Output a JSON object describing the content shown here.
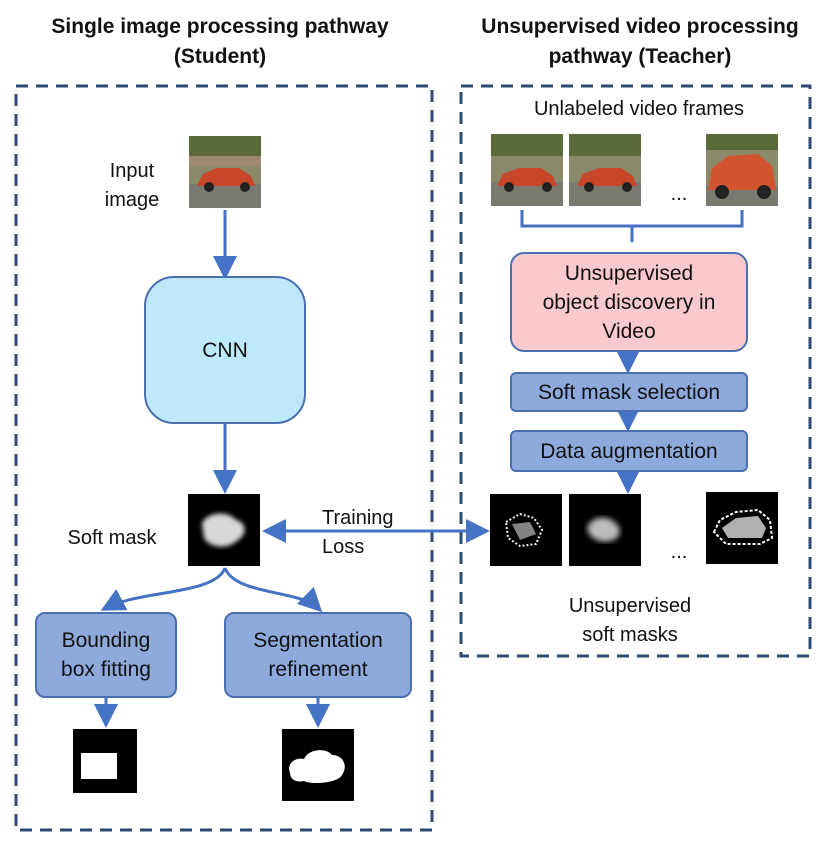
{
  "student": {
    "title_line1": "Single image processing pathway",
    "title_line2": "(Student)",
    "input_label_line1": "Input",
    "input_label_line2": "image",
    "cnn_label": "CNN",
    "soft_mask_label": "Soft mask",
    "bbox_line1": "Bounding",
    "bbox_line2": "box fitting",
    "seg_line1": "Segmentation",
    "seg_line2": "refinement"
  },
  "teacher": {
    "title_line1": "Unsupervised video processing",
    "title_line2": "pathway (Teacher)",
    "frames_label": "Unlabeled video frames",
    "ellipsis": "...",
    "discovery_line1": "Unsupervised",
    "discovery_line2": "object discovery in",
    "discovery_line3": "Video",
    "soft_mask_selection": "Soft mask selection",
    "data_augmentation": "Data augmentation",
    "masks_line1": "Unsupervised",
    "masks_line2": "soft masks"
  },
  "loss": {
    "line1": "Training",
    "line2": "Loss"
  },
  "colors": {
    "dashed_border": "#2e4a70",
    "arrow": "#4472c4",
    "process_box": "#8eaadc",
    "cnn_box": "#bde9fb",
    "discovery_box": "#f9c9cd"
  }
}
